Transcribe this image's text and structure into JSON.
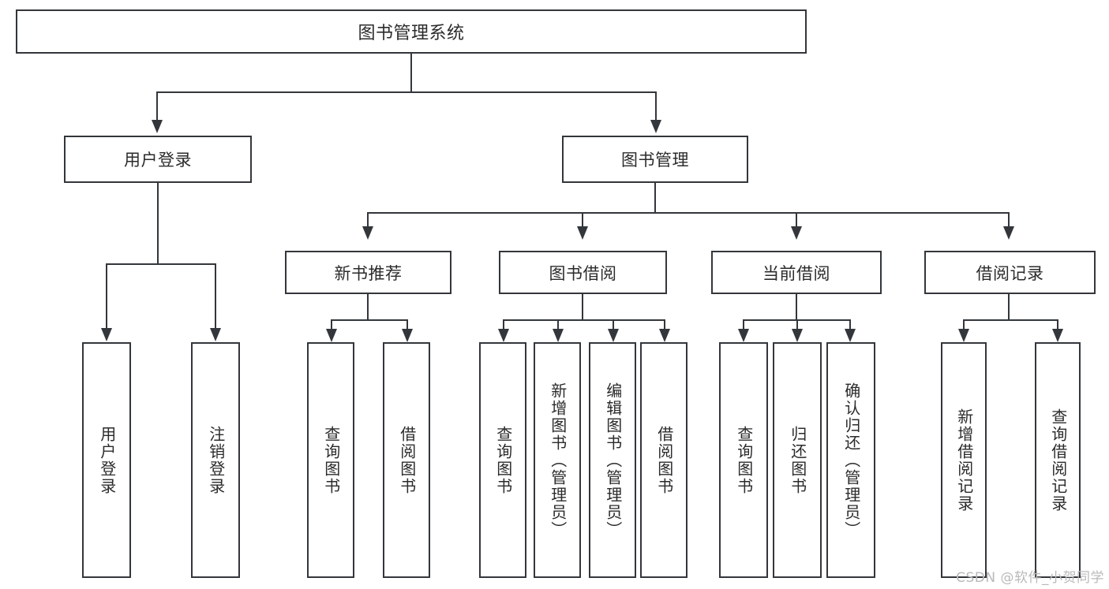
{
  "diagram": {
    "title": "图书管理系统",
    "type": "tree",
    "watermark": "CSDN @软件_小贺同学",
    "colors": {
      "box_border": "#33363b",
      "box_fill": "#ffffff",
      "text": "#2b2b2b",
      "connector": "#33363b",
      "watermark": "#b9b9b9",
      "background": "#ffffff"
    },
    "root": {
      "label": "图书管理系统"
    },
    "level2": [
      {
        "label": "用户登录"
      },
      {
        "label": "图书管理"
      }
    ],
    "level3": [
      {
        "label": "新书推荐"
      },
      {
        "label": "图书借阅"
      },
      {
        "label": "当前借阅"
      },
      {
        "label": "借阅记录"
      }
    ],
    "leaves": {
      "user_login": [
        {
          "label": "用户登录"
        },
        {
          "label": "注销登录"
        }
      ],
      "new_book_recommend": [
        {
          "label": "查询图书"
        },
        {
          "label": "借阅图书"
        }
      ],
      "book_borrow": [
        {
          "label": "查询图书"
        },
        {
          "label": "新增图书（管理员）"
        },
        {
          "label": "编辑图书（管理员）"
        },
        {
          "label": "借阅图书"
        }
      ],
      "current_borrow": [
        {
          "label": "查询图书"
        },
        {
          "label": "归还图书"
        },
        {
          "label": "确认归还（管理员）"
        }
      ],
      "borrow_record": [
        {
          "label": "新增借阅记录"
        },
        {
          "label": "查询借阅记录"
        }
      ]
    }
  }
}
